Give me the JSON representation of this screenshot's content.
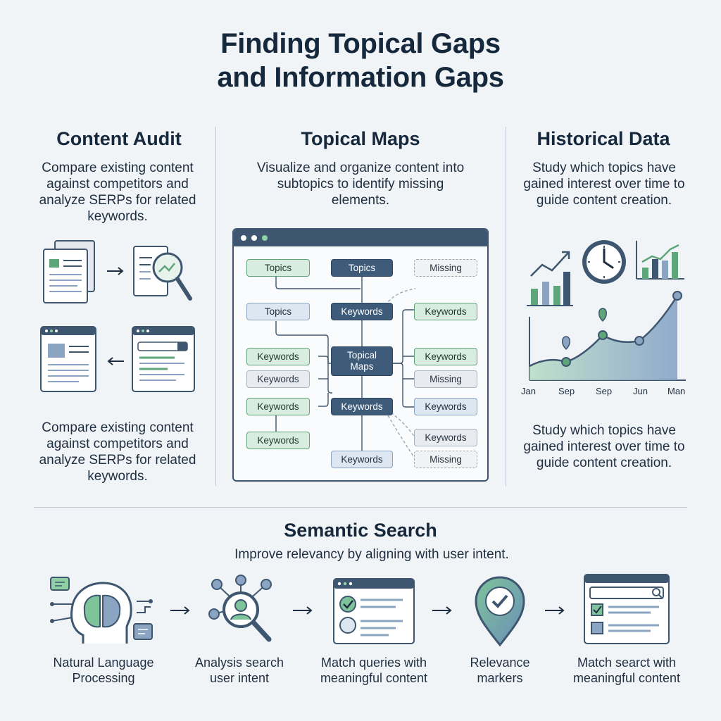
{
  "title": {
    "line1": "Finding Topical Gaps",
    "line2": "and Information Gaps"
  },
  "content_audit": {
    "heading": "Content Audit",
    "description": "Compare existing content against competitors and analyze SERPs for related keywords.",
    "description_repeat": "Compare existing content against competitors and analyze SERPs for related keywords.",
    "icons": [
      "document-stack-icon",
      "arrow-right-icon",
      "document-magnifier-icon",
      "browser-window-icon",
      "arrow-left-icon",
      "search-results-window-icon"
    ]
  },
  "topical_maps": {
    "heading": "Topical Maps",
    "description": "Visualize and organize content into subtopics to identify missing elements.",
    "nodes": {
      "topics_1": "Topics",
      "topics_2": "Topics",
      "topics_3": "Topics",
      "missing_1": "Missing",
      "keywords_center_top": "Keywords",
      "keywords_r1": "Keywords",
      "center": "Topical Maps",
      "keywords_l1": "Keywords",
      "keywords_l2": "Keywords",
      "keywords_r2": "Keywords",
      "missing_2": "Missing",
      "keywords_l3": "Keywords",
      "keywords_center_bottom": "Keywords",
      "keywords_r3": "Keywords",
      "keywords_l4": "Keywords",
      "keywords_r4": "Keywords",
      "keywords_bottom": "Keywords",
      "missing_3": "Missing"
    }
  },
  "historical_data": {
    "heading": "Historical Data",
    "description": "Study which topics have gained interest over time to guide content creation.",
    "description_repeat": "Study which topics have gained interest over time to guide content creation.",
    "axis_labels": [
      "Jan",
      "Sep",
      "Sep",
      "Jun",
      "Man"
    ],
    "icons": [
      "bar-chart-trend-icon",
      "clock-icon",
      "small-bar-chart-icon"
    ]
  },
  "semantic_search": {
    "heading": "Semantic Search",
    "description": "Improve relevancy by aligning with user intent.",
    "steps": [
      {
        "line1": "Natural Language",
        "line2": "Processing",
        "icon": "brain-head-icon"
      },
      {
        "line1": "Analysis search",
        "line2": "user intent",
        "icon": "user-magnifier-icon"
      },
      {
        "line1": "Match queries with",
        "line2": "meaningful content",
        "icon": "checklist-window-icon"
      },
      {
        "line1": "Relevance",
        "line2": "markers",
        "icon": "location-check-icon"
      },
      {
        "line1": "Match searct with",
        "line2": "meaningful content",
        "icon": "search-checklist-icon"
      }
    ]
  },
  "colors": {
    "navy": "#3e5670",
    "green": "#5ea57a",
    "blue": "#8aa4c1",
    "background": "#f1f4f7"
  }
}
